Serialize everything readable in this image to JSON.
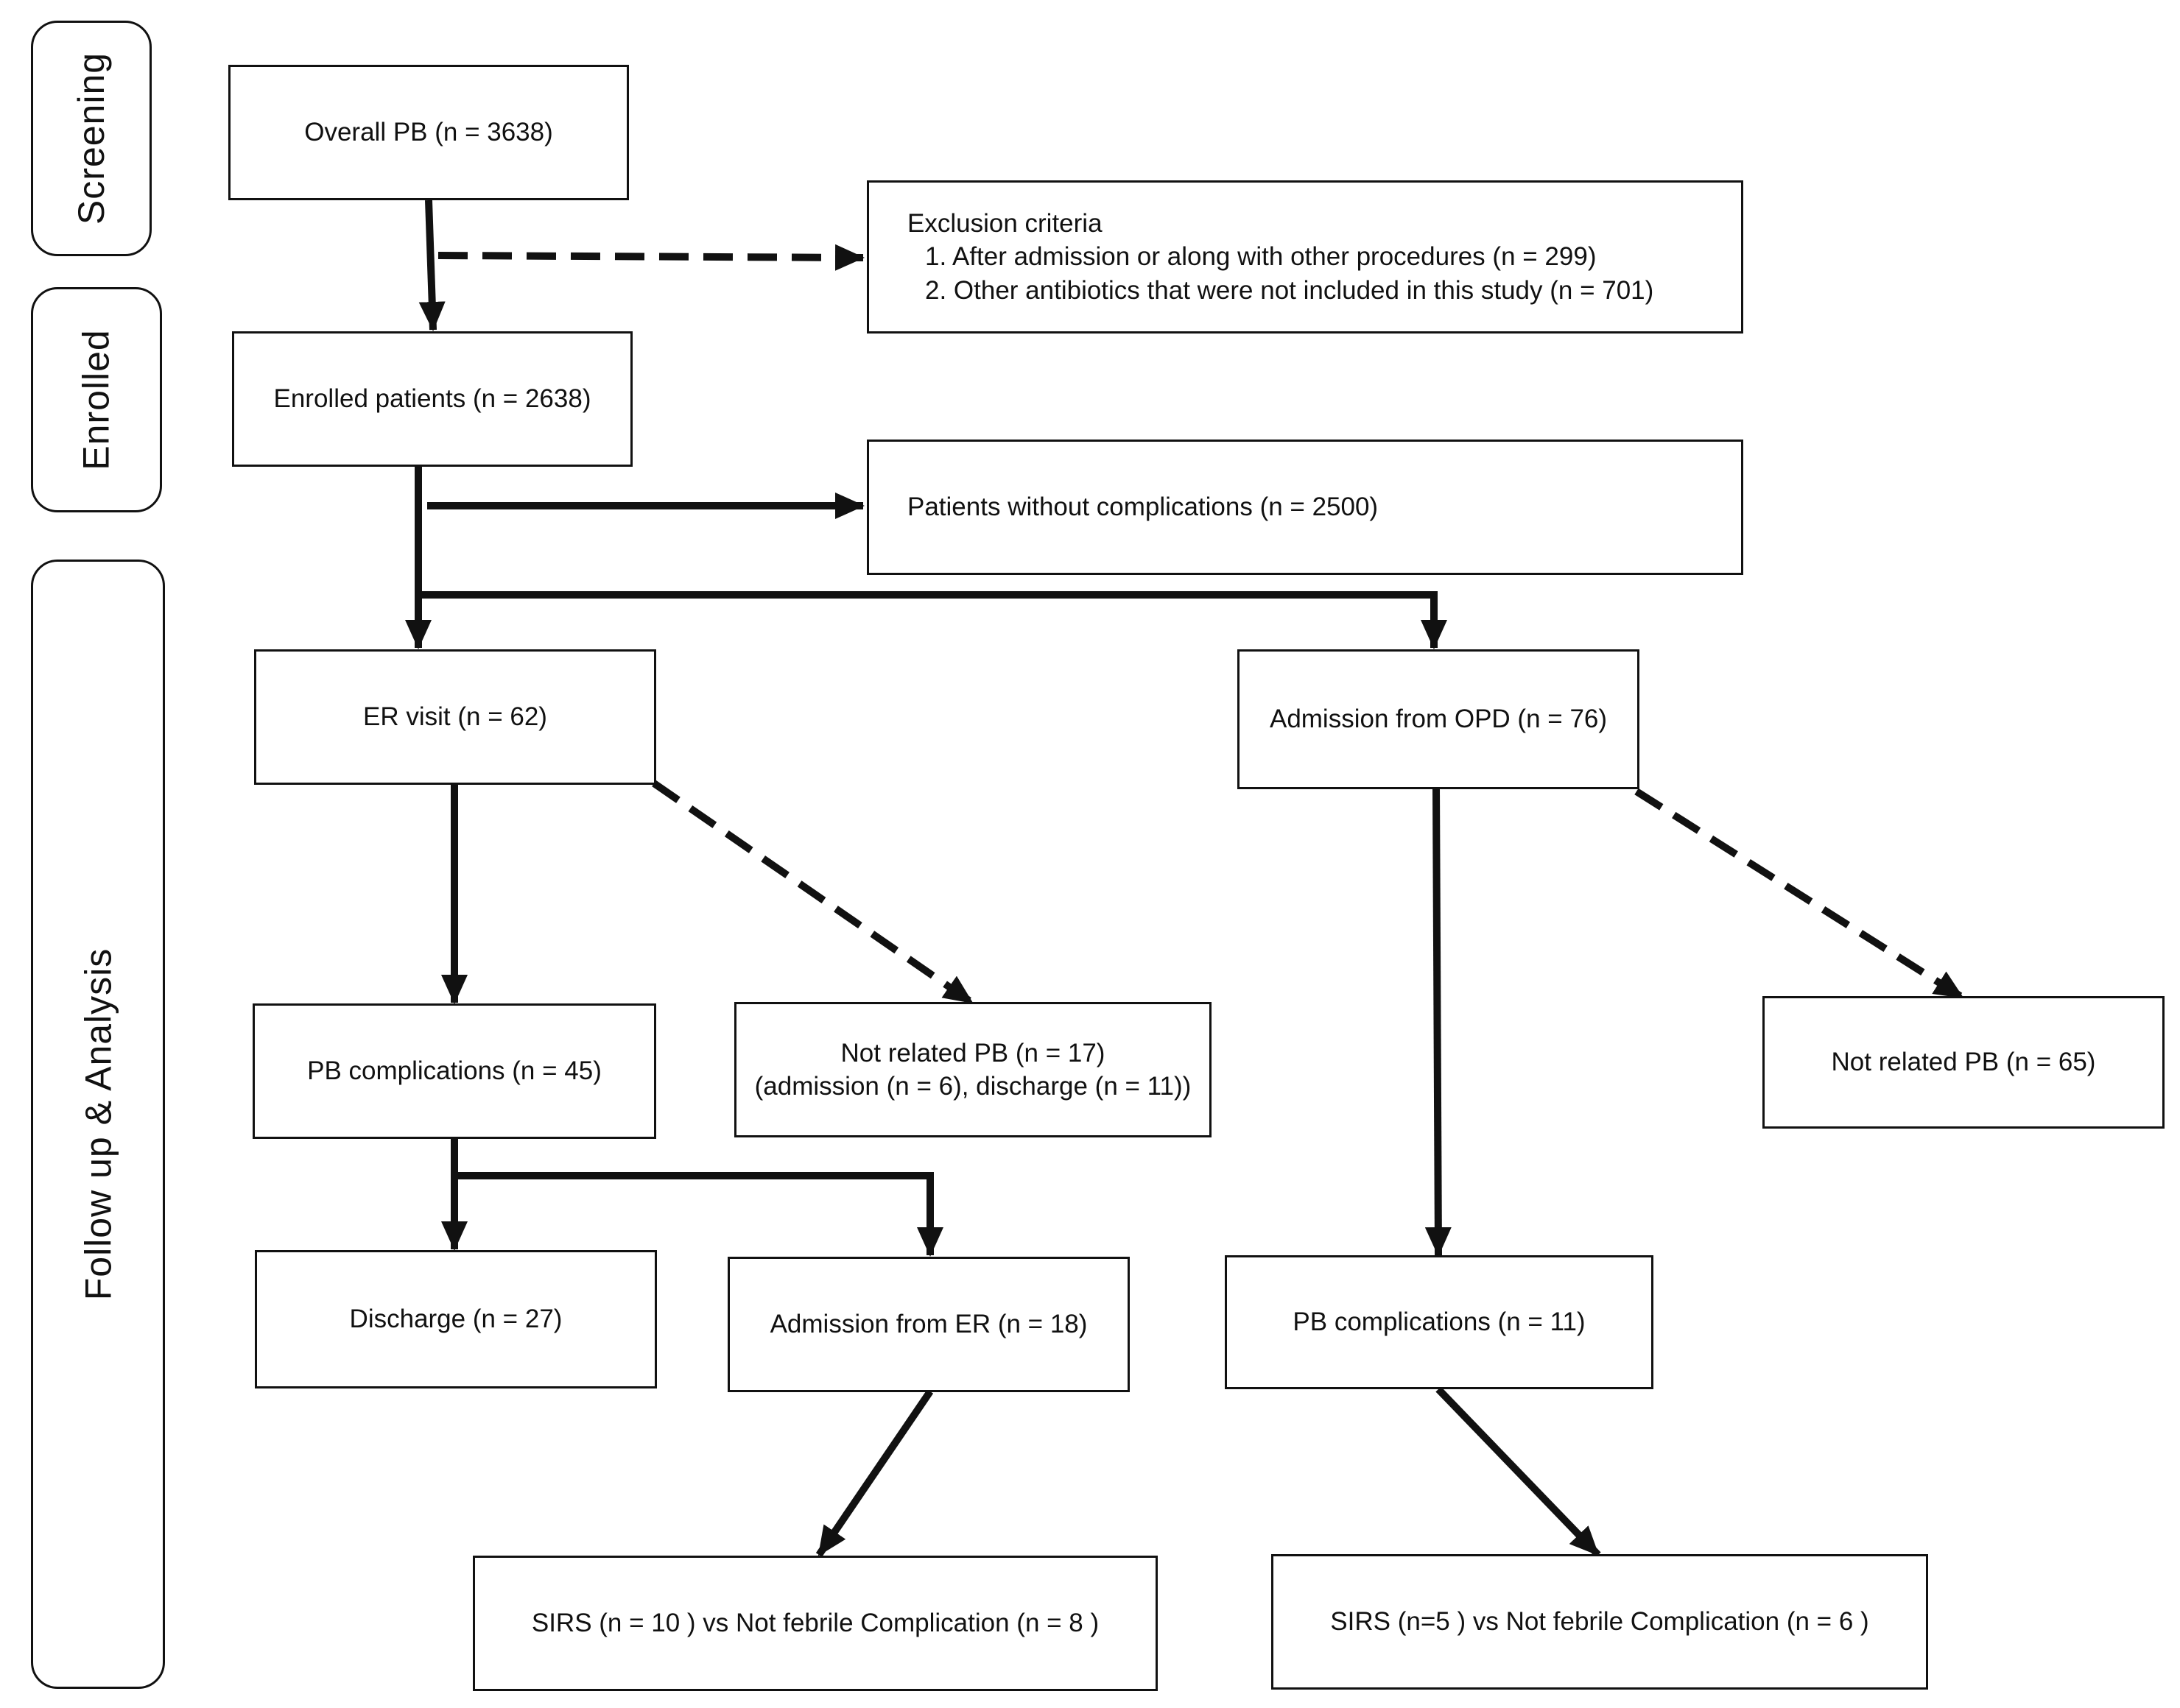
{
  "stages": {
    "screening": "Screening",
    "enrolled": "Enrolled",
    "followup": "Follow up & Analysis"
  },
  "nodes": {
    "overall": "Overall PB (n = 3638)",
    "exclusion": {
      "title": "Exclusion criteria",
      "items": [
        "1. After admission or along with other procedures (n = 299)",
        "2. Other antibiotics that were not included in this study (n = 701)"
      ]
    },
    "enrolled": "Enrolled patients (n = 2638)",
    "no_complications": "Patients without complications (n = 2500)",
    "er_visit": "ER visit (n = 62)",
    "admission_opd": "Admission from OPD (n = 76)",
    "pb_complications_er": "PB complications (n = 45)",
    "not_related_er": {
      "line1": "Not related PB (n = 17)",
      "line2": "(admission (n = 6), discharge (n = 11))"
    },
    "not_related_opd": "Not related PB (n = 65)",
    "discharge": "Discharge (n = 27)",
    "admission_er": "Admission from ER (n = 18)",
    "pb_complications_opd": "PB complications (n = 11)",
    "sirs_er": "SIRS (n = 10 ) vs Not febrile Complication (n = 8 )",
    "sirs_opd": "SIRS (n=5 ) vs Not febrile Complication (n = 6 )"
  },
  "colors": {
    "line": "#111111",
    "background": "#ffffff"
  }
}
